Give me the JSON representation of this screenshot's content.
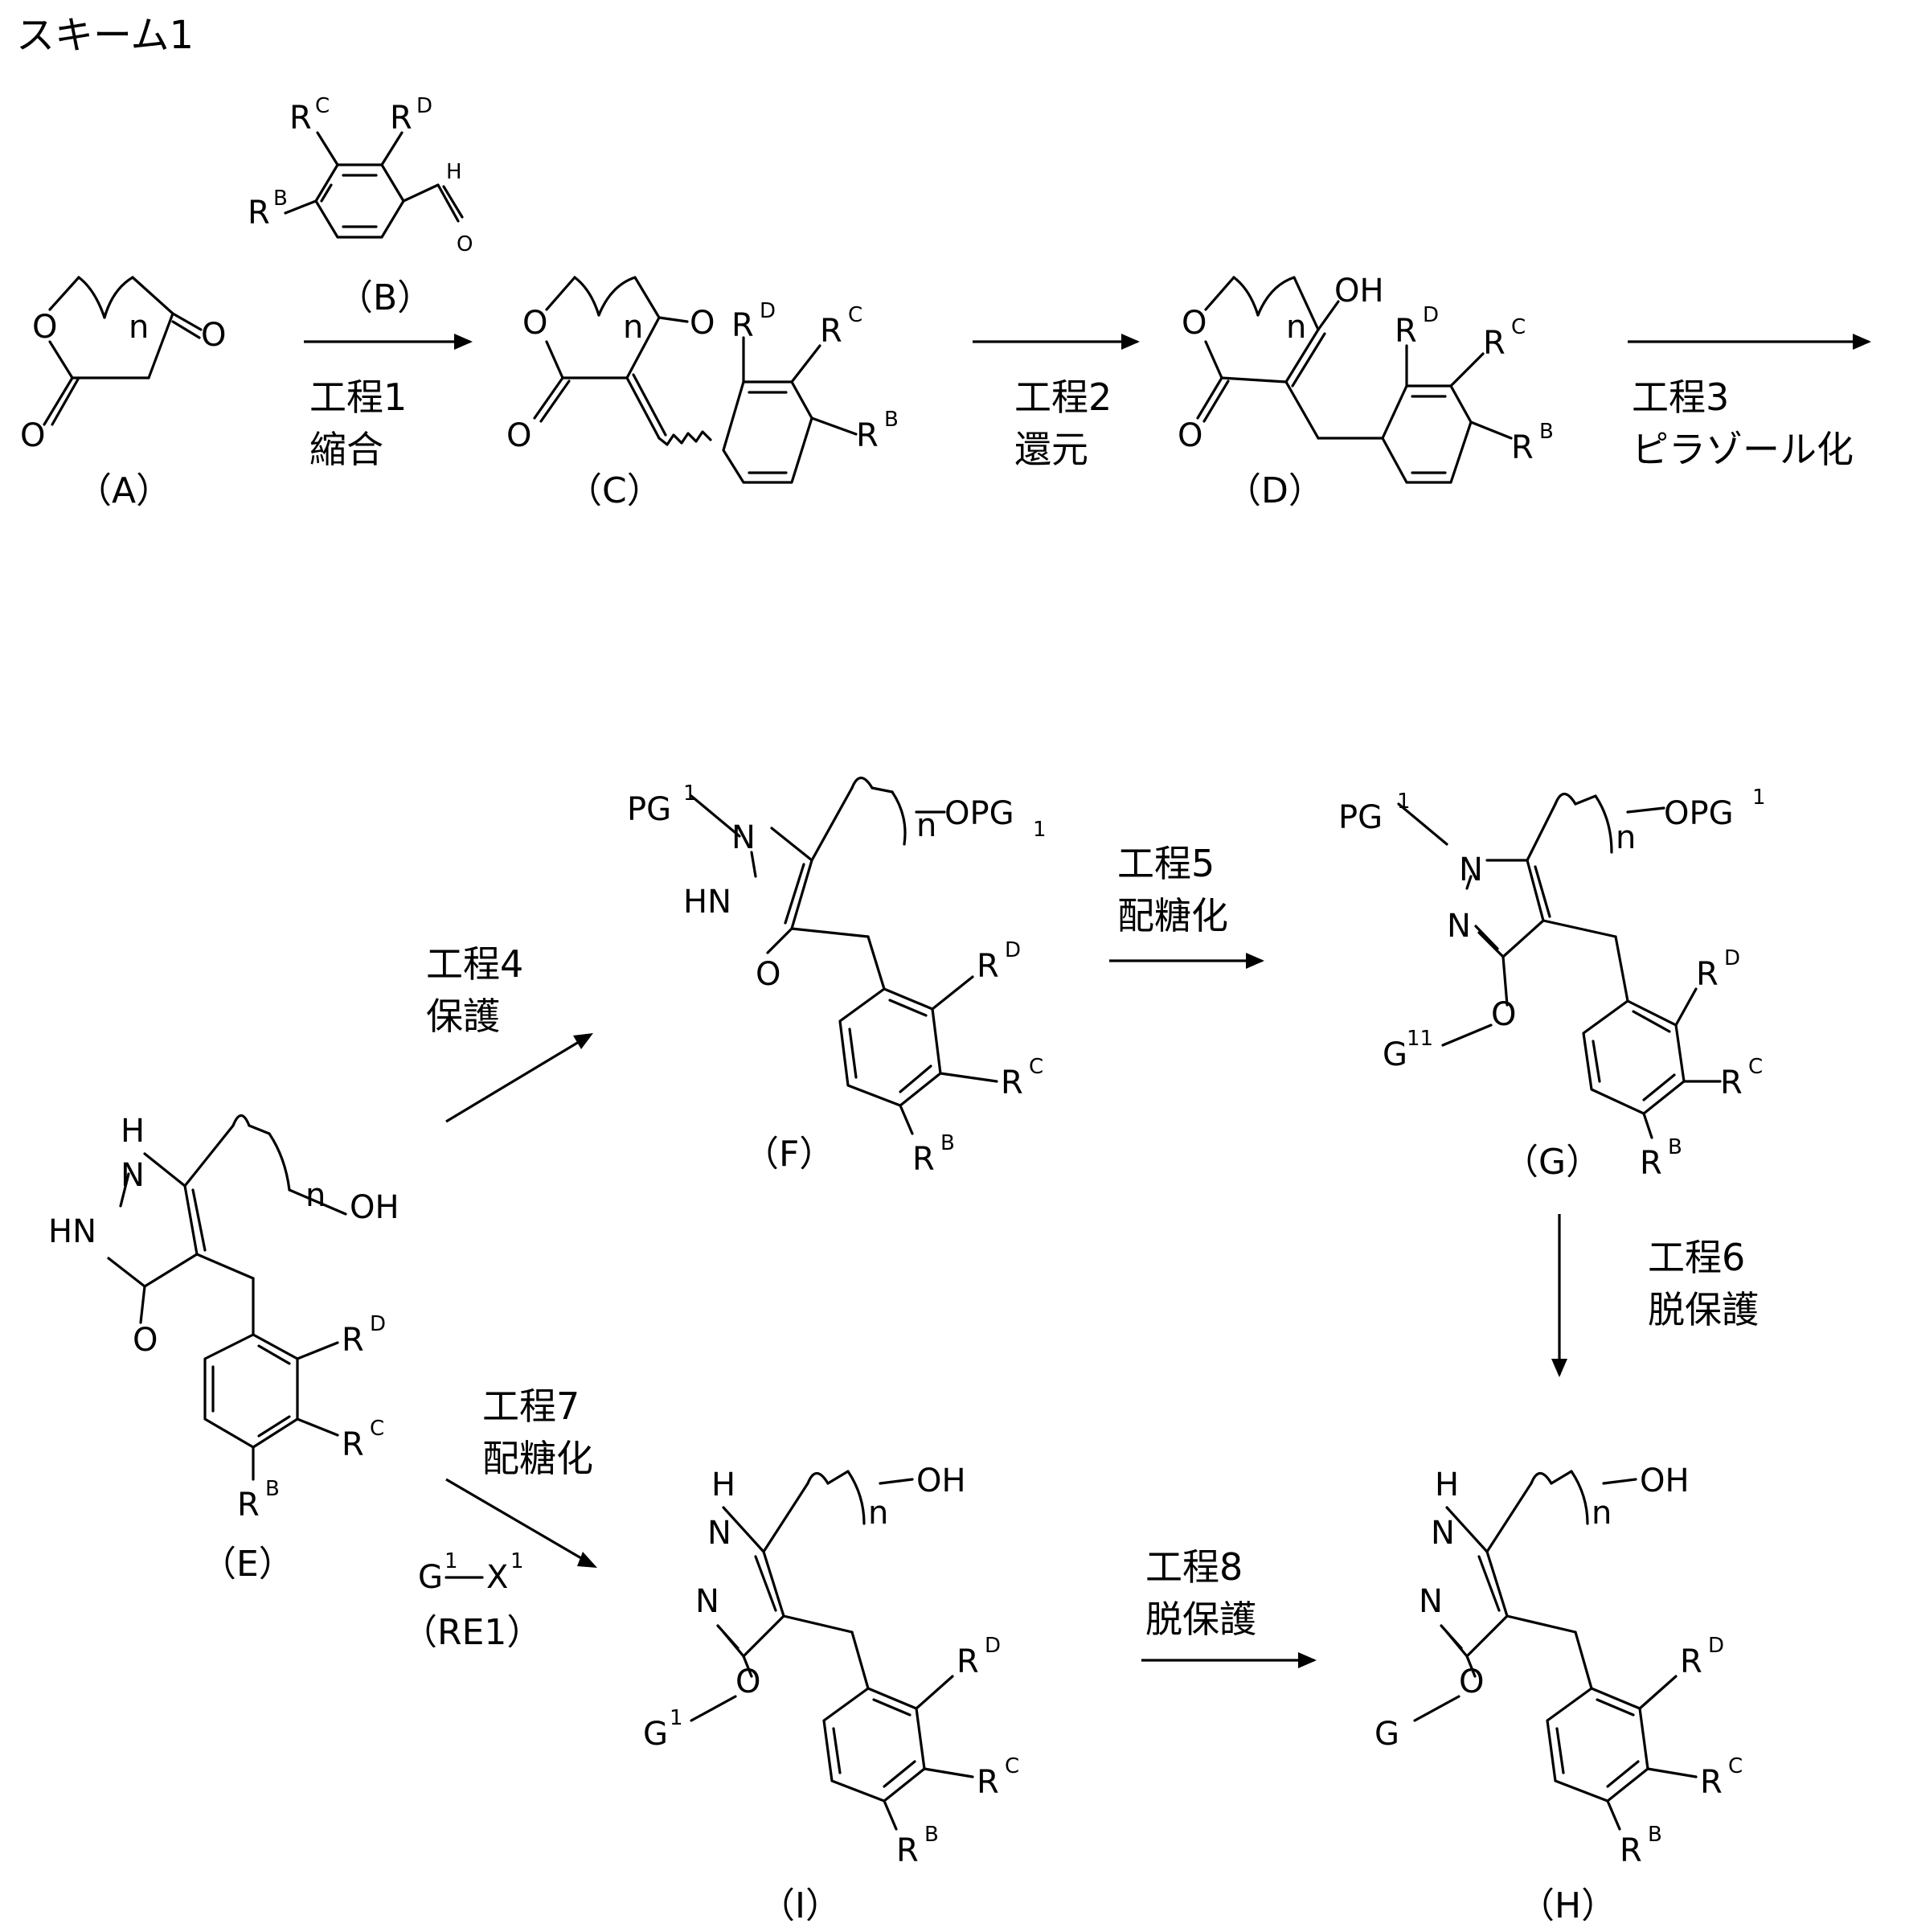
{
  "title": "スキーム1",
  "compounds": {
    "A": "（A）",
    "B": "（B）",
    "C": "（C）",
    "D": "（D）",
    "E": "（E）",
    "F": "（F）",
    "G": "（G）",
    "H": "（H）",
    "I": "（I）",
    "RE1": "（RE1）"
  },
  "steps": [
    {
      "id": "step1",
      "label": "工程1",
      "desc": "縮合"
    },
    {
      "id": "step2",
      "label": "工程2",
      "desc": "還元"
    },
    {
      "id": "step3",
      "label": "工程3",
      "desc": "ピラゾール化"
    },
    {
      "id": "step4",
      "label": "工程4",
      "desc": "保護"
    },
    {
      "id": "step5",
      "label": "工程5",
      "desc": "配糖化"
    },
    {
      "id": "step6",
      "label": "工程6",
      "desc": "脱保護"
    },
    {
      "id": "step7",
      "label": "工程7",
      "desc": "配糖化"
    },
    {
      "id": "step8",
      "label": "工程8",
      "desc": "脱保護"
    }
  ],
  "atoms": {
    "O": "O",
    "OH": "OH",
    "H": "H",
    "N": "N",
    "HN": "HN",
    "n": "n",
    "R": "R",
    "G": "G",
    "X": "X",
    "PG": "PG",
    "OPG": "OPG",
    "B": "B",
    "C": "C",
    "D": "D",
    "one": "1",
    "eleven": "11"
  }
}
